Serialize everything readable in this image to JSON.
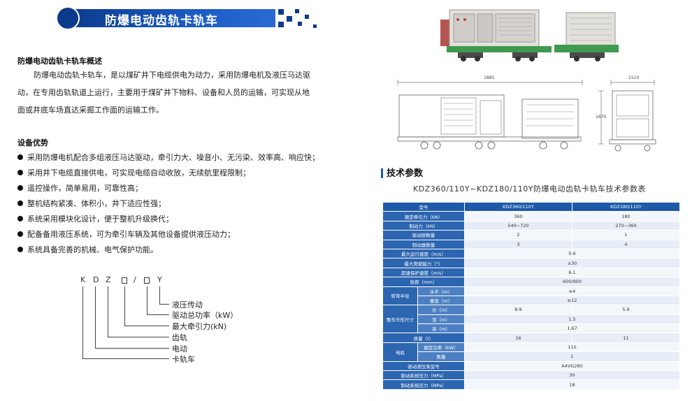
{
  "banner": {
    "title": "防爆电动齿轨卡轨车"
  },
  "overview": {
    "heading": "防爆电动齿轨卡轨车概述",
    "lines": [
      "防爆电动齿轨卡轨车，是以煤矿井下电缆供电为动力，采用防爆电机及液压马达驱",
      "动，在专用齿轨轨道上运行，主要用于煤矿井下物料、设备和人员的运输，可实现从地",
      "面或井底车场直达采掘工作面的运输工作。"
    ]
  },
  "advantages": {
    "heading": "设备优势",
    "items": [
      "采用防爆电机配合多组液压马达驱动，牵引力大、噪音小、无污染、效率高、响应快；",
      "采用井下电缆直接供电，可实现电缆自动收放，无续航里程限制；",
      "遥控操作，简单易用，可靠性高；",
      "整机结构紧凑、体积小，井下适应性强；",
      "系统采用模块化设计，便于整机升级换代；",
      "配备备用液压系统，可为牵引车辆及其他设备提供液压动力；",
      "系统具备完善的机械、电气保护功能。"
    ]
  },
  "model_code": {
    "letters": [
      "K",
      "D",
      "Z",
      "/",
      "Y"
    ],
    "labels": [
      "液压传动",
      "驱动总功率（kW）",
      "最大牵引力(kN)",
      "齿轨",
      "电动",
      "卡轨车"
    ]
  },
  "drawing": {
    "dim_length": "1885",
    "dim_width": "1510",
    "dim_height": "1670"
  },
  "tech": {
    "heading": "技术参数",
    "table_title": "KDZ360/110Y~KDZ180/110Y防爆电动齿轨卡轨车技术参数表",
    "header": [
      "型号",
      "KDZ360/110Y",
      "KDZ180/110Y"
    ],
    "rows": {
      "r1": [
        "额定牵引力（kN）",
        "360",
        "180"
      ],
      "r2": [
        "制动力（kN）",
        "540~720",
        "270~360"
      ],
      "r3": [
        "驱动部数量",
        "2",
        "1"
      ],
      "r4": [
        "制动器数量",
        "3",
        "4"
      ],
      "r5": [
        "最大运行速度（m/s）",
        "0.6"
      ],
      "r6": [
        "最大爬坡能力（°）",
        "±30"
      ],
      "r7": [
        "超速保护速度（m/s）",
        "6.1"
      ],
      "r8": [
        "轨距（mm）",
        "600/900"
      ],
      "turn_label": "转弯半径",
      "r9": [
        "水平（m）",
        "≥4"
      ],
      "r10": [
        "垂直（m）",
        "≥12"
      ],
      "size_label": "整车外形尺寸",
      "r11": [
        "长（m）",
        "8.9",
        "5.9"
      ],
      "r12": [
        "宽（m）",
        "1.5"
      ],
      "r13": [
        "高（m）",
        "1.67"
      ],
      "r14": [
        "质量（t）",
        "16",
        "11"
      ],
      "motor_label": "电机",
      "r15": [
        "额定功率（kW）",
        "110"
      ],
      "r16": [
        "数量",
        "1"
      ],
      "r17": [
        "驱动液压泵型号",
        "A4VG280"
      ],
      "r18": [
        "驱动系统压力（MPa）",
        "30"
      ],
      "r19": [
        "制动系统压力（MPa）",
        "18"
      ]
    }
  }
}
